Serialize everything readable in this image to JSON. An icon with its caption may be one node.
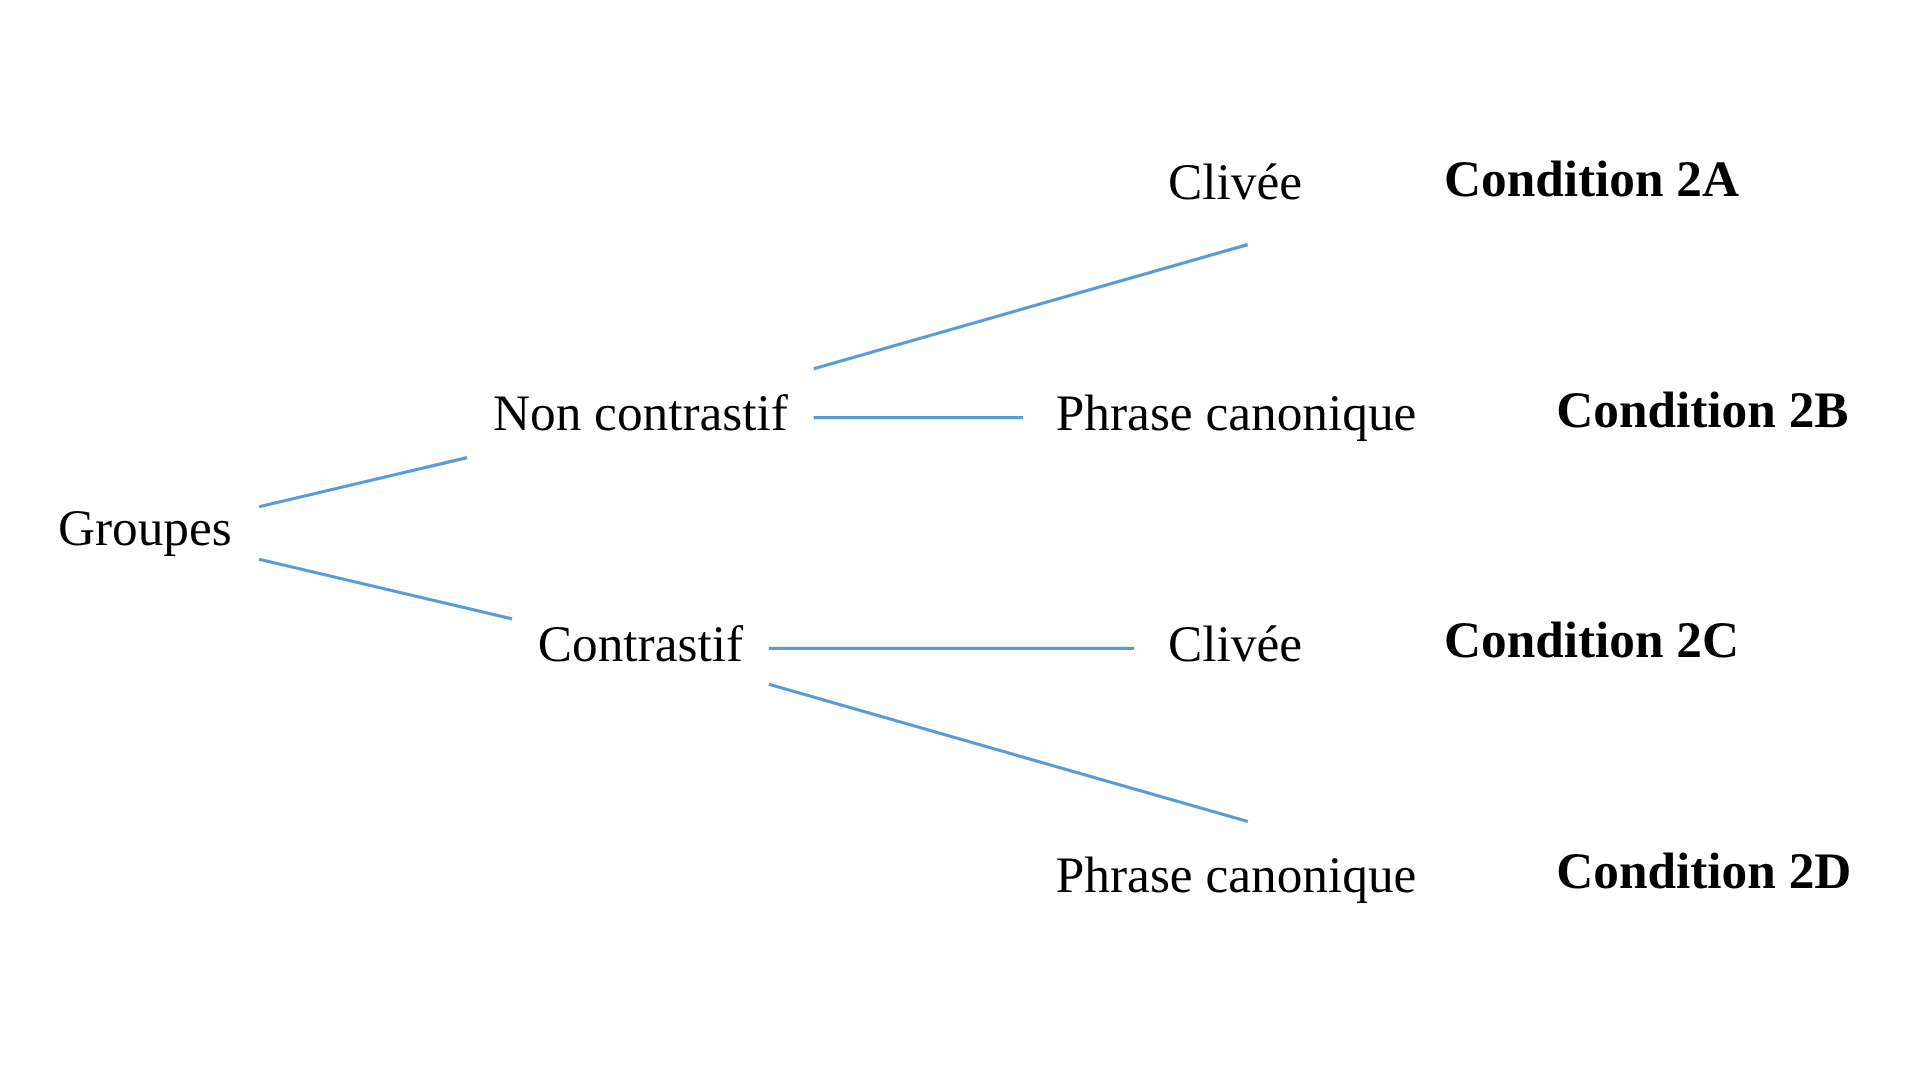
{
  "diagram": {
    "nodes": [
      {
        "text": [
          "Groupes"
        ]
      },
      {
        "text": [
          "Non contrastif"
        ]
      },
      {
        "text": [
          "Contrastif"
        ]
      },
      {
        "text": [
          "Clivée"
        ],
        "beside": [
          "Condition 2A"
        ]
      },
      {
        "text": [
          "Phrase canonique"
        ],
        "beside": [
          "Condition 2B"
        ]
      },
      {
        "text": [
          "Clivée"
        ],
        "beside": [
          "Condition 2C"
        ]
      },
      {
        "text": [
          "Phrase canonique"
        ],
        "beside": [
          "Condition 2D"
        ]
      }
    ],
    "edges": [
      {
        "from": 0,
        "to": 1,
        "arrow": "none",
        "color": "#5b9bd5"
      },
      {
        "from": 0,
        "to": 2,
        "arrow": "none",
        "color": "#5b9bd5"
      },
      {
        "from": 1,
        "to": 3,
        "arrow": "none",
        "color": "#5b9bd5"
      },
      {
        "from": 1,
        "to": 4,
        "arrow": "none",
        "color": "#5b9bd5"
      },
      {
        "from": 2,
        "to": 5,
        "arrow": "none",
        "color": "#5b9bd5"
      },
      {
        "from": 2,
        "to": 6,
        "arrow": "none",
        "color": "#5b9bd5"
      }
    ]
  }
}
